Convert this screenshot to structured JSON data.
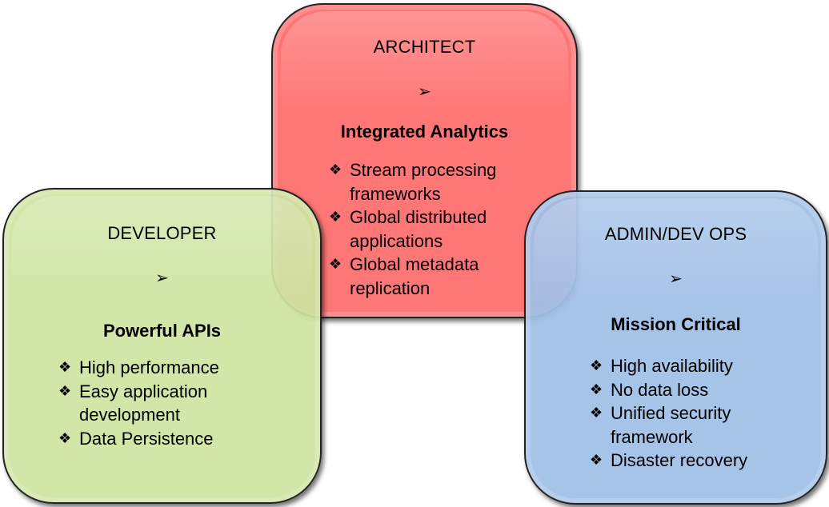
{
  "colors": {
    "architect": "#ff7676",
    "developer": "#cde4a0",
    "admin": "#a0bfe7"
  },
  "arrow_icon": "arrowhead-icon",
  "bullet_icon": "diamond-bullet-icon",
  "architect": {
    "role": "ARCHITECT",
    "arrow": "➢",
    "heading": "Integrated Analytics",
    "bullets": [
      {
        "line1": "Stream processing",
        "line2": "frameworks"
      },
      {
        "line1": "Global distributed",
        "line2": "applications"
      },
      {
        "line1": "Global metadata",
        "line2": "replication"
      }
    ]
  },
  "developer": {
    "role": "DEVELOPER",
    "arrow": "➢",
    "heading": "Powerful APIs",
    "bullets": [
      {
        "line1": "High performance",
        "line2": ""
      },
      {
        "line1": "Easy application",
        "line2": "development"
      },
      {
        "line1": "Data Persistence",
        "line2": ""
      }
    ]
  },
  "admin": {
    "role": "ADMIN/DEV OPS",
    "arrow": "➢",
    "heading": "Mission Critical",
    "bullets": [
      {
        "line1": "High availability",
        "line2": ""
      },
      {
        "line1": "No data loss",
        "line2": ""
      },
      {
        "line1": "Unified security",
        "line2": "framework"
      },
      {
        "line1": "Disaster recovery",
        "line2": ""
      }
    ]
  },
  "bullet_glyph": "❖"
}
